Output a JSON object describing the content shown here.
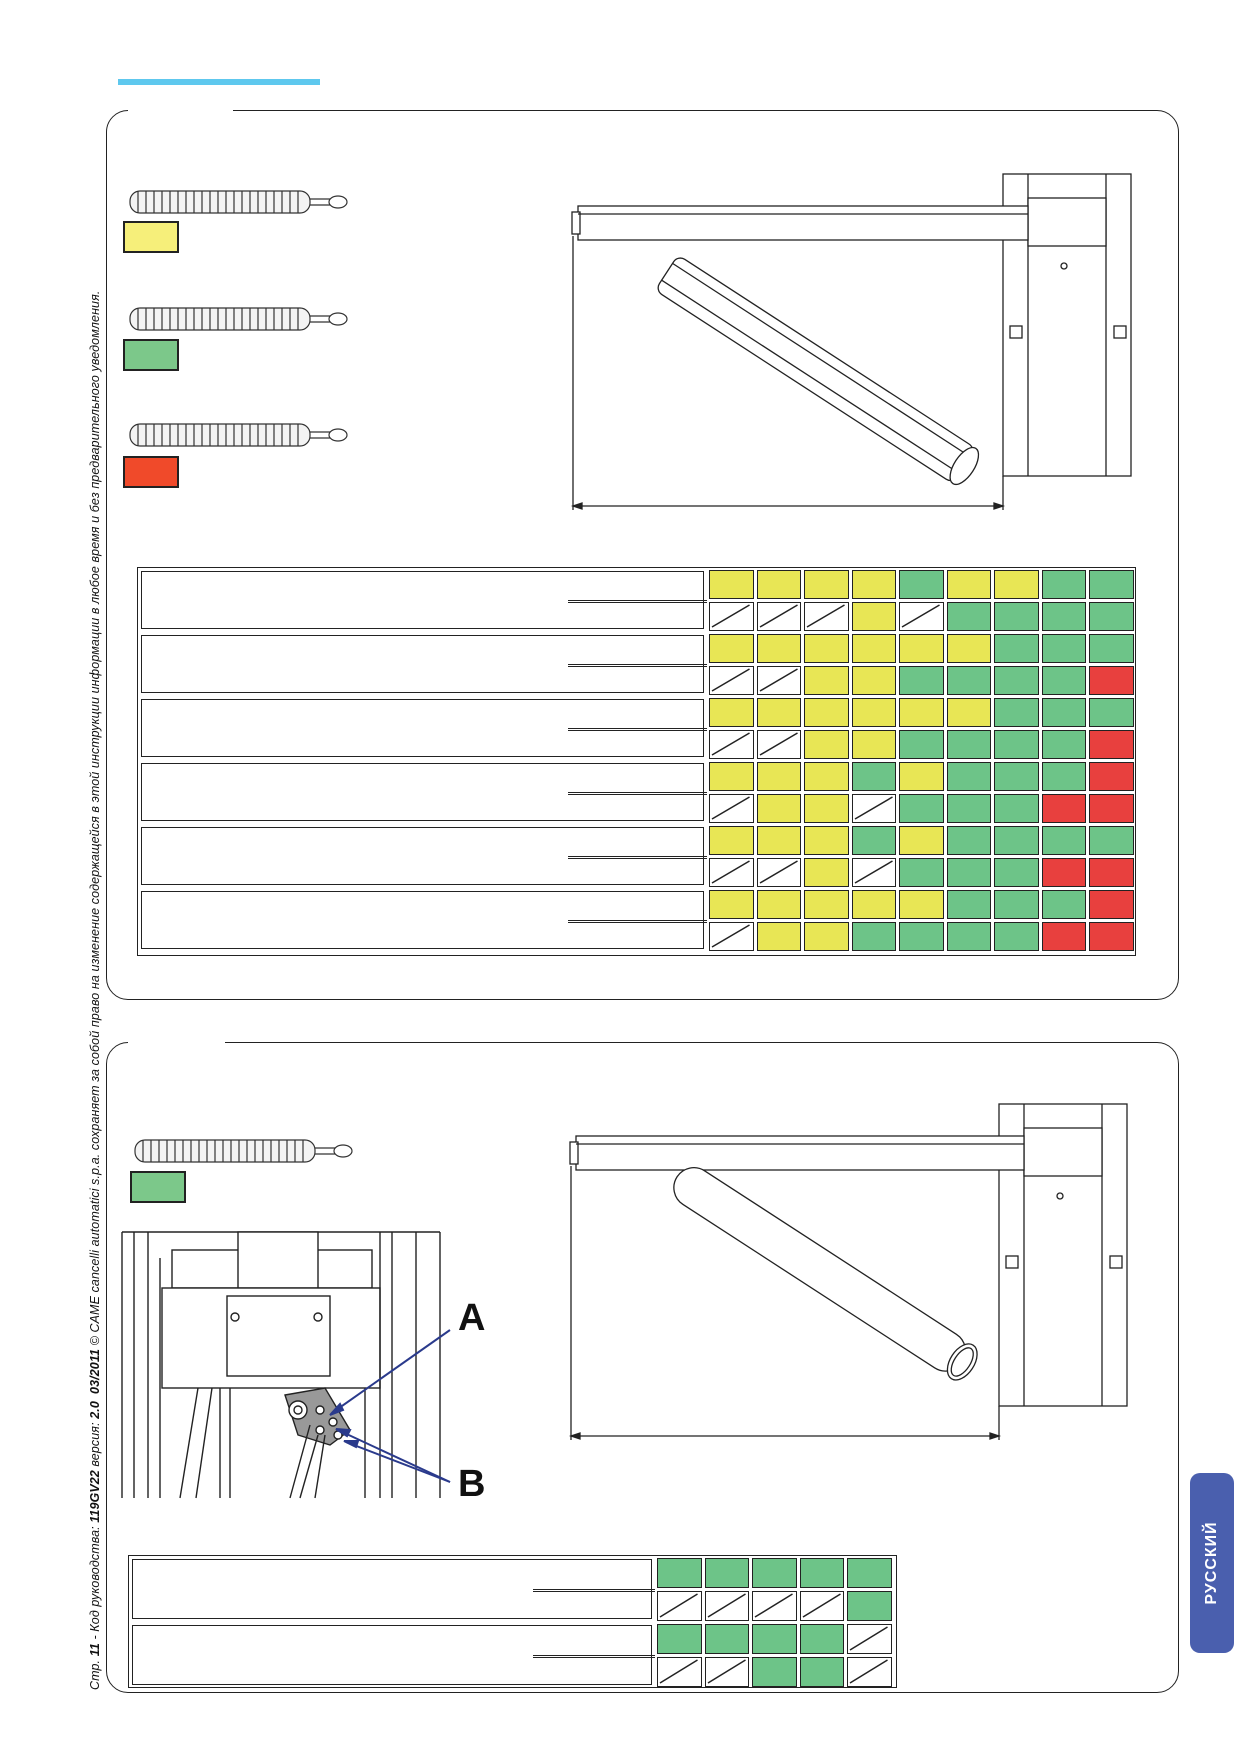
{
  "footer_note": {
    "prefix": "Стр. ",
    "page": "11",
    "mid1": " - Код руководства: ",
    "code": "119GV22",
    "mid2": " версия: ",
    "version": "2.0",
    "date": "03/2011",
    "rest": " © CAME cancelli automatici s.p.a.  сохраняет за собой право на изменение содержащейся в этой инструкции информации в любое время и без предварительного уведомления."
  },
  "language_tab": "РУССКИЙ",
  "callouts": {
    "a": "A",
    "b": "B"
  },
  "colors": {
    "yellow": "#e8e655",
    "green": "#6dc488",
    "red": "#e8403e",
    "swatch_yellow": "#f6ef7a",
    "swatch_green": "#7cc88a",
    "swatch_red": "#f04a2a",
    "accent_blue": "#5ec8ee",
    "tab_blue": "#4a5fae"
  },
  "spring_legend_top": [
    "yellow",
    "green",
    "red"
  ],
  "spring_legend_bottom": [
    "green"
  ],
  "table_top": {
    "columns": 9,
    "rows": [
      [
        "Y",
        "Y",
        "Y",
        "Y",
        "G",
        "Y",
        "Y",
        "G",
        "G"
      ],
      [
        "X",
        "X",
        "X",
        "Y",
        "X",
        "G",
        "G",
        "G",
        "G"
      ],
      [
        "Y",
        "Y",
        "Y",
        "Y",
        "Y",
        "Y",
        "G",
        "G",
        "G"
      ],
      [
        "X",
        "X",
        "Y",
        "Y",
        "G",
        "G",
        "G",
        "G",
        "R"
      ],
      [
        "Y",
        "Y",
        "Y",
        "Y",
        "Y",
        "Y",
        "G",
        "G",
        "G"
      ],
      [
        "X",
        "X",
        "Y",
        "Y",
        "G",
        "G",
        "G",
        "G",
        "R"
      ],
      [
        "Y",
        "Y",
        "Y",
        "G",
        "Y",
        "G",
        "G",
        "G",
        "R"
      ],
      [
        "X",
        "Y",
        "Y",
        "X",
        "G",
        "G",
        "G",
        "R",
        "R"
      ],
      [
        "Y",
        "Y",
        "Y",
        "G",
        "Y",
        "G",
        "G",
        "G",
        "G"
      ],
      [
        "X",
        "X",
        "Y",
        "X",
        "G",
        "G",
        "G",
        "R",
        "R"
      ],
      [
        "Y",
        "Y",
        "Y",
        "Y",
        "Y",
        "G",
        "G",
        "G",
        "R"
      ],
      [
        "X",
        "Y",
        "Y",
        "G",
        "G",
        "G",
        "G",
        "R",
        "R"
      ]
    ]
  },
  "table_bottom": {
    "columns": 5,
    "rows": [
      [
        "G",
        "G",
        "G",
        "G",
        "G"
      ],
      [
        "X",
        "X",
        "X",
        "X",
        "G"
      ],
      [
        "G",
        "G",
        "G",
        "G",
        "X"
      ],
      [
        "X",
        "X",
        "G",
        "G",
        "X"
      ]
    ]
  }
}
